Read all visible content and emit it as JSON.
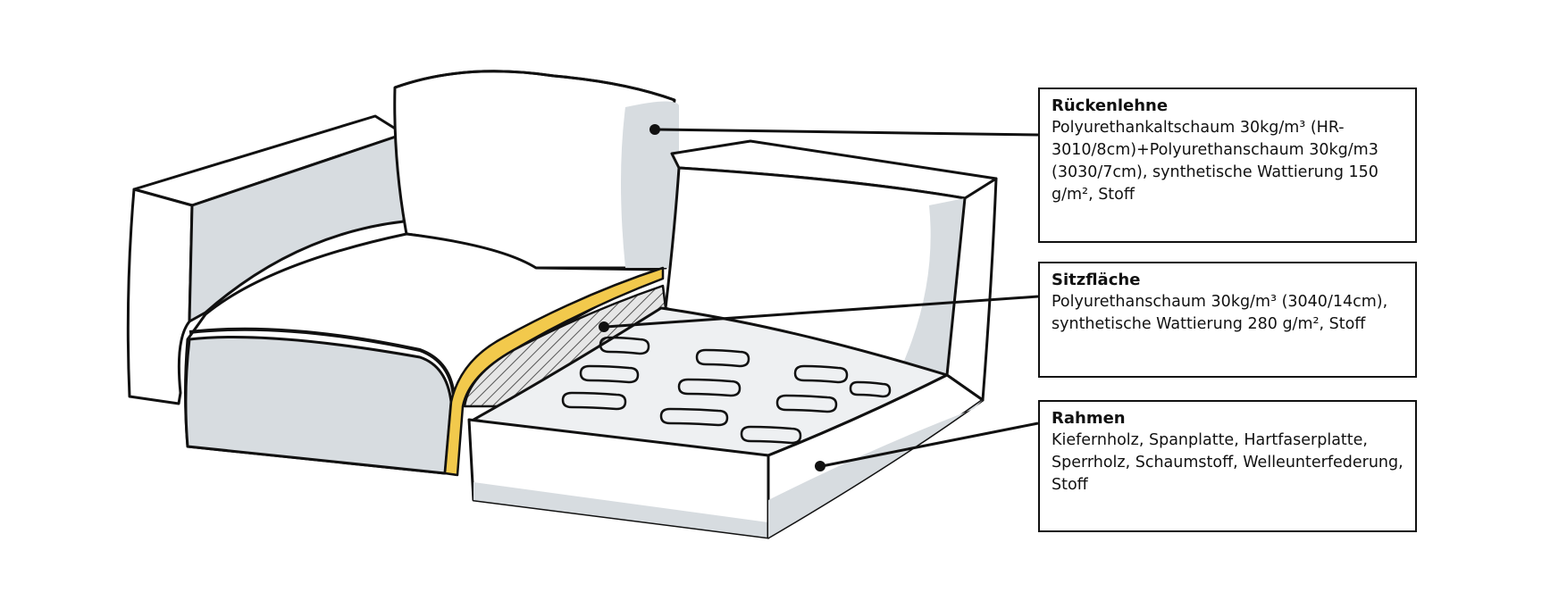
{
  "diagram": {
    "colors": {
      "line": "#111111",
      "shade": "#d7dce0",
      "foam_layer": "#f2c94c",
      "background": "#ffffff"
    },
    "callouts": [
      {
        "id": "back",
        "title": "Rückenlehne",
        "text": "Polyurethankaltschaum 30kg/m³ (HR-3010/8cm)+Polyurethanschaum 30kg/m3 (3030/7cm), synthetische Wattierung 150 g/m², Stoff"
      },
      {
        "id": "seat",
        "title": "Sitzfläche",
        "text": "Polyurethanschaum 30kg/m³ (3040/14cm), synthetische Wattierung 280 g/m², Stoff"
      },
      {
        "id": "frame",
        "title": "Rahmen",
        "text": "Kiefernholz, Spanplatte, Hartfaserplatte, Sperrholz, Schaumstoff, Welleunterfederung, Stoff"
      }
    ]
  }
}
